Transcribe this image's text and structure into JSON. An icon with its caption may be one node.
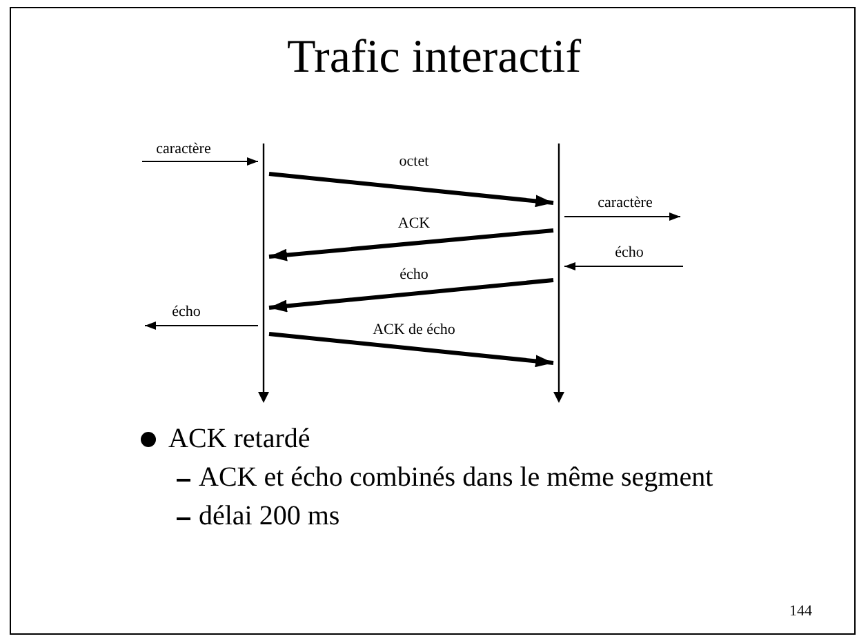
{
  "diagram": {
    "title": "Trafic interactif",
    "nodes": [
      {
        "text": [],
        "shape": "bar"
      },
      {
        "text": [],
        "shape": "bar"
      }
    ],
    "edges": [
      {
        "from": null,
        "to": 0,
        "arrow": "to",
        "label": "caractère"
      },
      {
        "from": 0,
        "to": 1,
        "arrow": "to",
        "label": "octet",
        "style": "thick"
      },
      {
        "from": 1,
        "to": null,
        "arrow": "to",
        "label": "caractère"
      },
      {
        "from": 1,
        "to": 0,
        "arrow": "to",
        "label": "ACK",
        "style": "thick"
      },
      {
        "from": null,
        "to": 1,
        "arrow": "to",
        "label": "écho"
      },
      {
        "from": 1,
        "to": 0,
        "arrow": "to",
        "label": "écho",
        "style": "thick"
      },
      {
        "from": 0,
        "to": null,
        "arrow": "to",
        "label": "écho"
      },
      {
        "from": 0,
        "to": 1,
        "arrow": "to",
        "label": "ACK de écho",
        "style": "thick"
      }
    ],
    "labels": [
      "ACK retardé",
      "ACK et écho combinés dans le même segment",
      "délai 200 ms",
      "144"
    ]
  }
}
